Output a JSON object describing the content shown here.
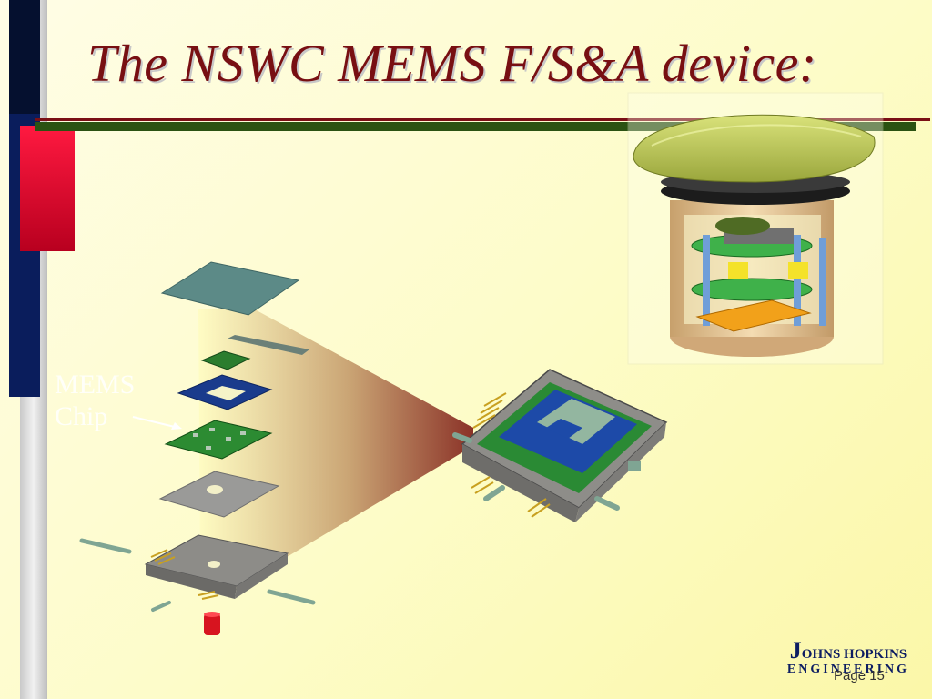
{
  "slide": {
    "title": "The NSWC MEMS F/S&A device:",
    "callout_label": "MEMS\nChip",
    "page_number": "Page 15"
  },
  "logo": {
    "initial": "J",
    "line1_rest": "OHNS HOPKINS",
    "line2": "ENGINEERING"
  },
  "colors": {
    "title": "#780f12",
    "navy": "#0a1d5c",
    "red": "#e8002c",
    "green_rule": "#2b5212",
    "background": "#fdfcc8"
  }
}
